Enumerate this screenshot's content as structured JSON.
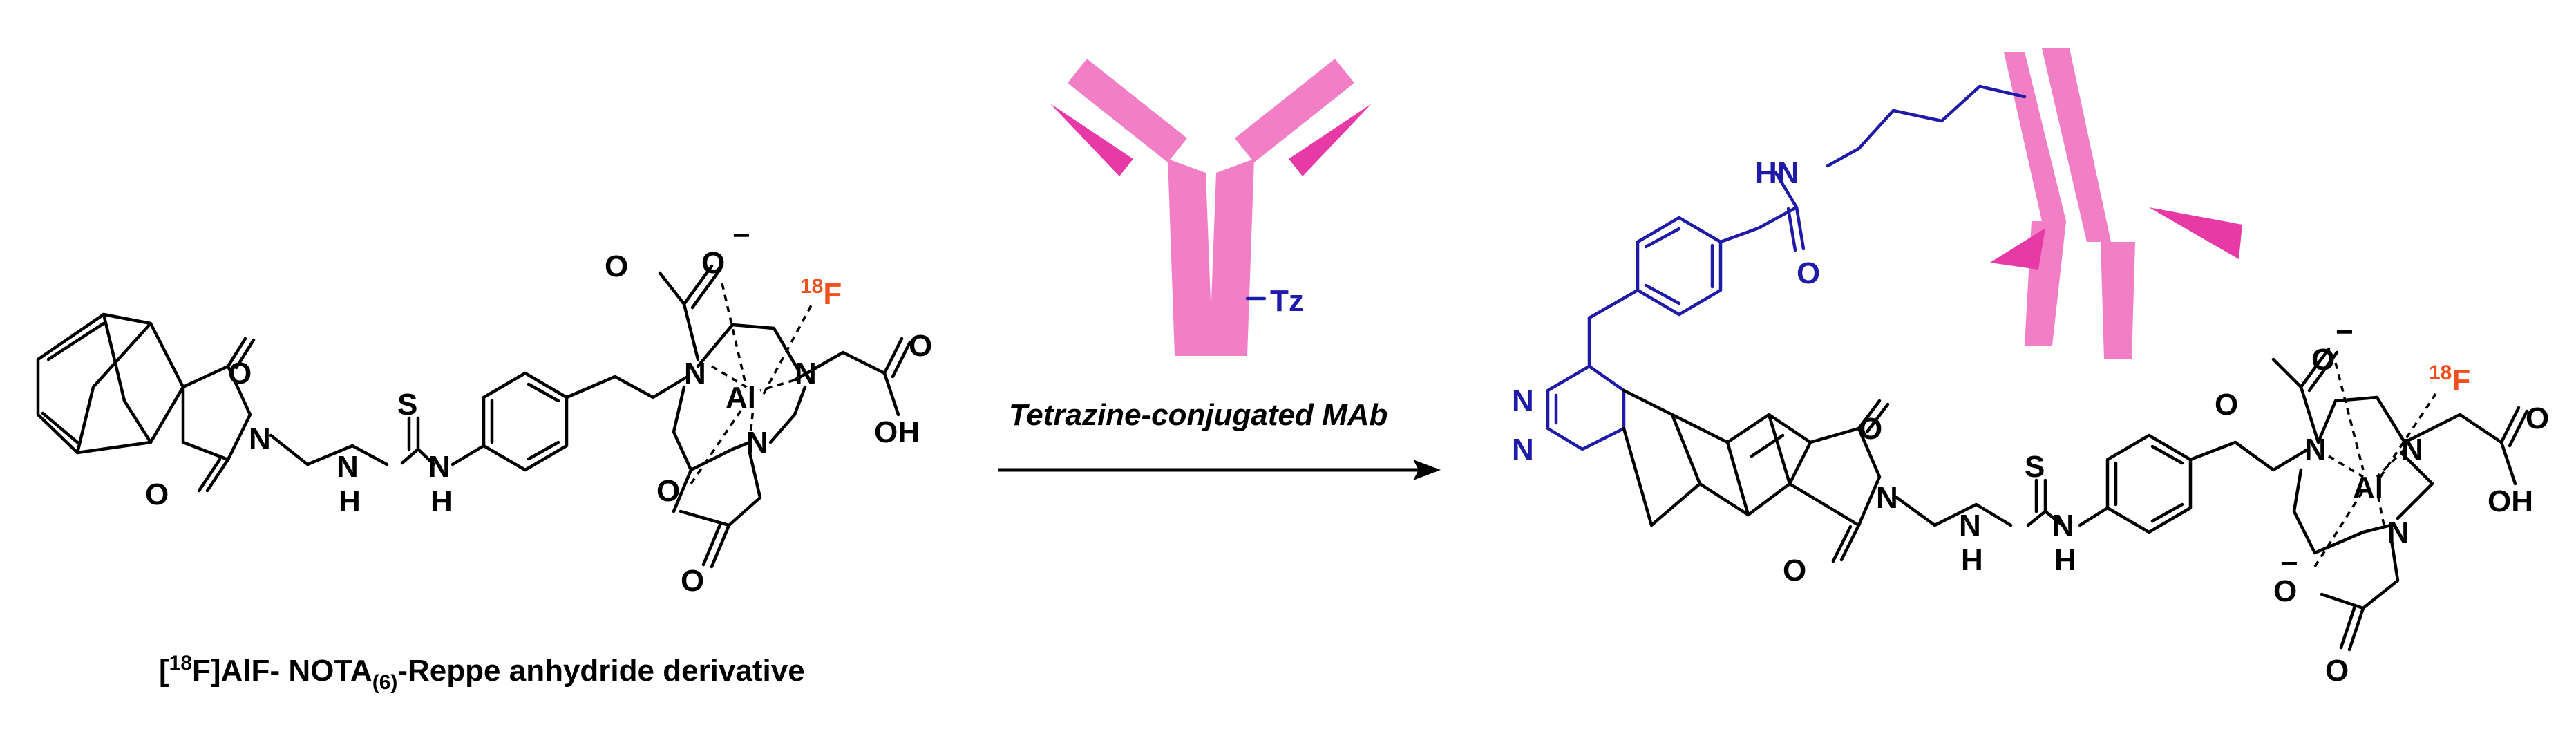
{
  "colors": {
    "black": "#000000",
    "linker_blue": "#1f1aa8",
    "fluorine_orange": "#f0501e",
    "antibody_pink": "#f27fc6",
    "antibody_magenta": "#e83aa6"
  },
  "reactant": {
    "caption": {
      "open": "[",
      "mass": "18",
      "mid": "F]AlF- NOTA",
      "sub": "(6)",
      "tail": "-Reppe anhydride derivative"
    }
  },
  "reagent": {
    "tz_label": "Tz",
    "arrow_label": "Tetrazine-conjugated MAb"
  },
  "atoms": {
    "N": "N",
    "O": "O",
    "S": "S",
    "H": "H",
    "OH": "OH",
    "HN": "HN",
    "Al": "Al",
    "F": "F",
    "isotope": "18",
    "minus": "−"
  }
}
